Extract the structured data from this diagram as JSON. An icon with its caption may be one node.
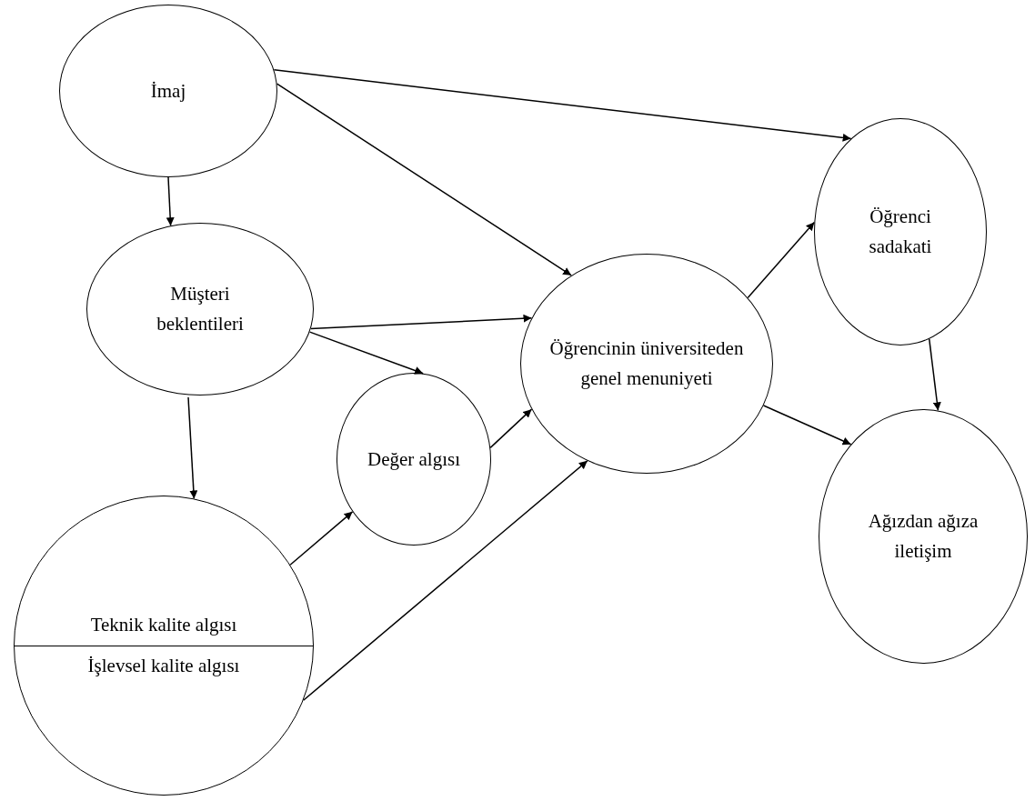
{
  "diagram": {
    "nodes": [
      {
        "text": [
          "İmaj"
        ]
      },
      {
        "text": [
          "Müşteri beklentileri"
        ]
      },
      {
        "text": [
          "Değer algısı"
        ]
      },
      {
        "text": [
          "Teknik kalite algısı",
          "İşlevsel kalite algısı"
        ]
      },
      {
        "text": [
          "Öğrencinin üniversiteden genel menuniyeti"
        ]
      },
      {
        "text": [
          "Öğrenci sadakati"
        ]
      },
      {
        "text": [
          "Ağızdan ağıza iletişim"
        ]
      }
    ],
    "edges": [
      {
        "from": 0,
        "to": 1,
        "arrow": "to"
      },
      {
        "from": 0,
        "to": 4,
        "arrow": "to"
      },
      {
        "from": 0,
        "to": 5,
        "arrow": "to"
      },
      {
        "from": 1,
        "to": 4,
        "arrow": "to"
      },
      {
        "from": 1,
        "to": 2,
        "arrow": "to"
      },
      {
        "from": 1,
        "to": 3,
        "arrow": "to"
      },
      {
        "from": 3,
        "to": 2,
        "arrow": "to"
      },
      {
        "from": 3,
        "to": 4,
        "arrow": "to"
      },
      {
        "from": 2,
        "to": 4,
        "arrow": "to"
      },
      {
        "from": 4,
        "to": 5,
        "arrow": "to"
      },
      {
        "from": 5,
        "to": 6,
        "arrow": "to"
      },
      {
        "from": 4,
        "to": 6,
        "arrow": "to"
      }
    ]
  }
}
